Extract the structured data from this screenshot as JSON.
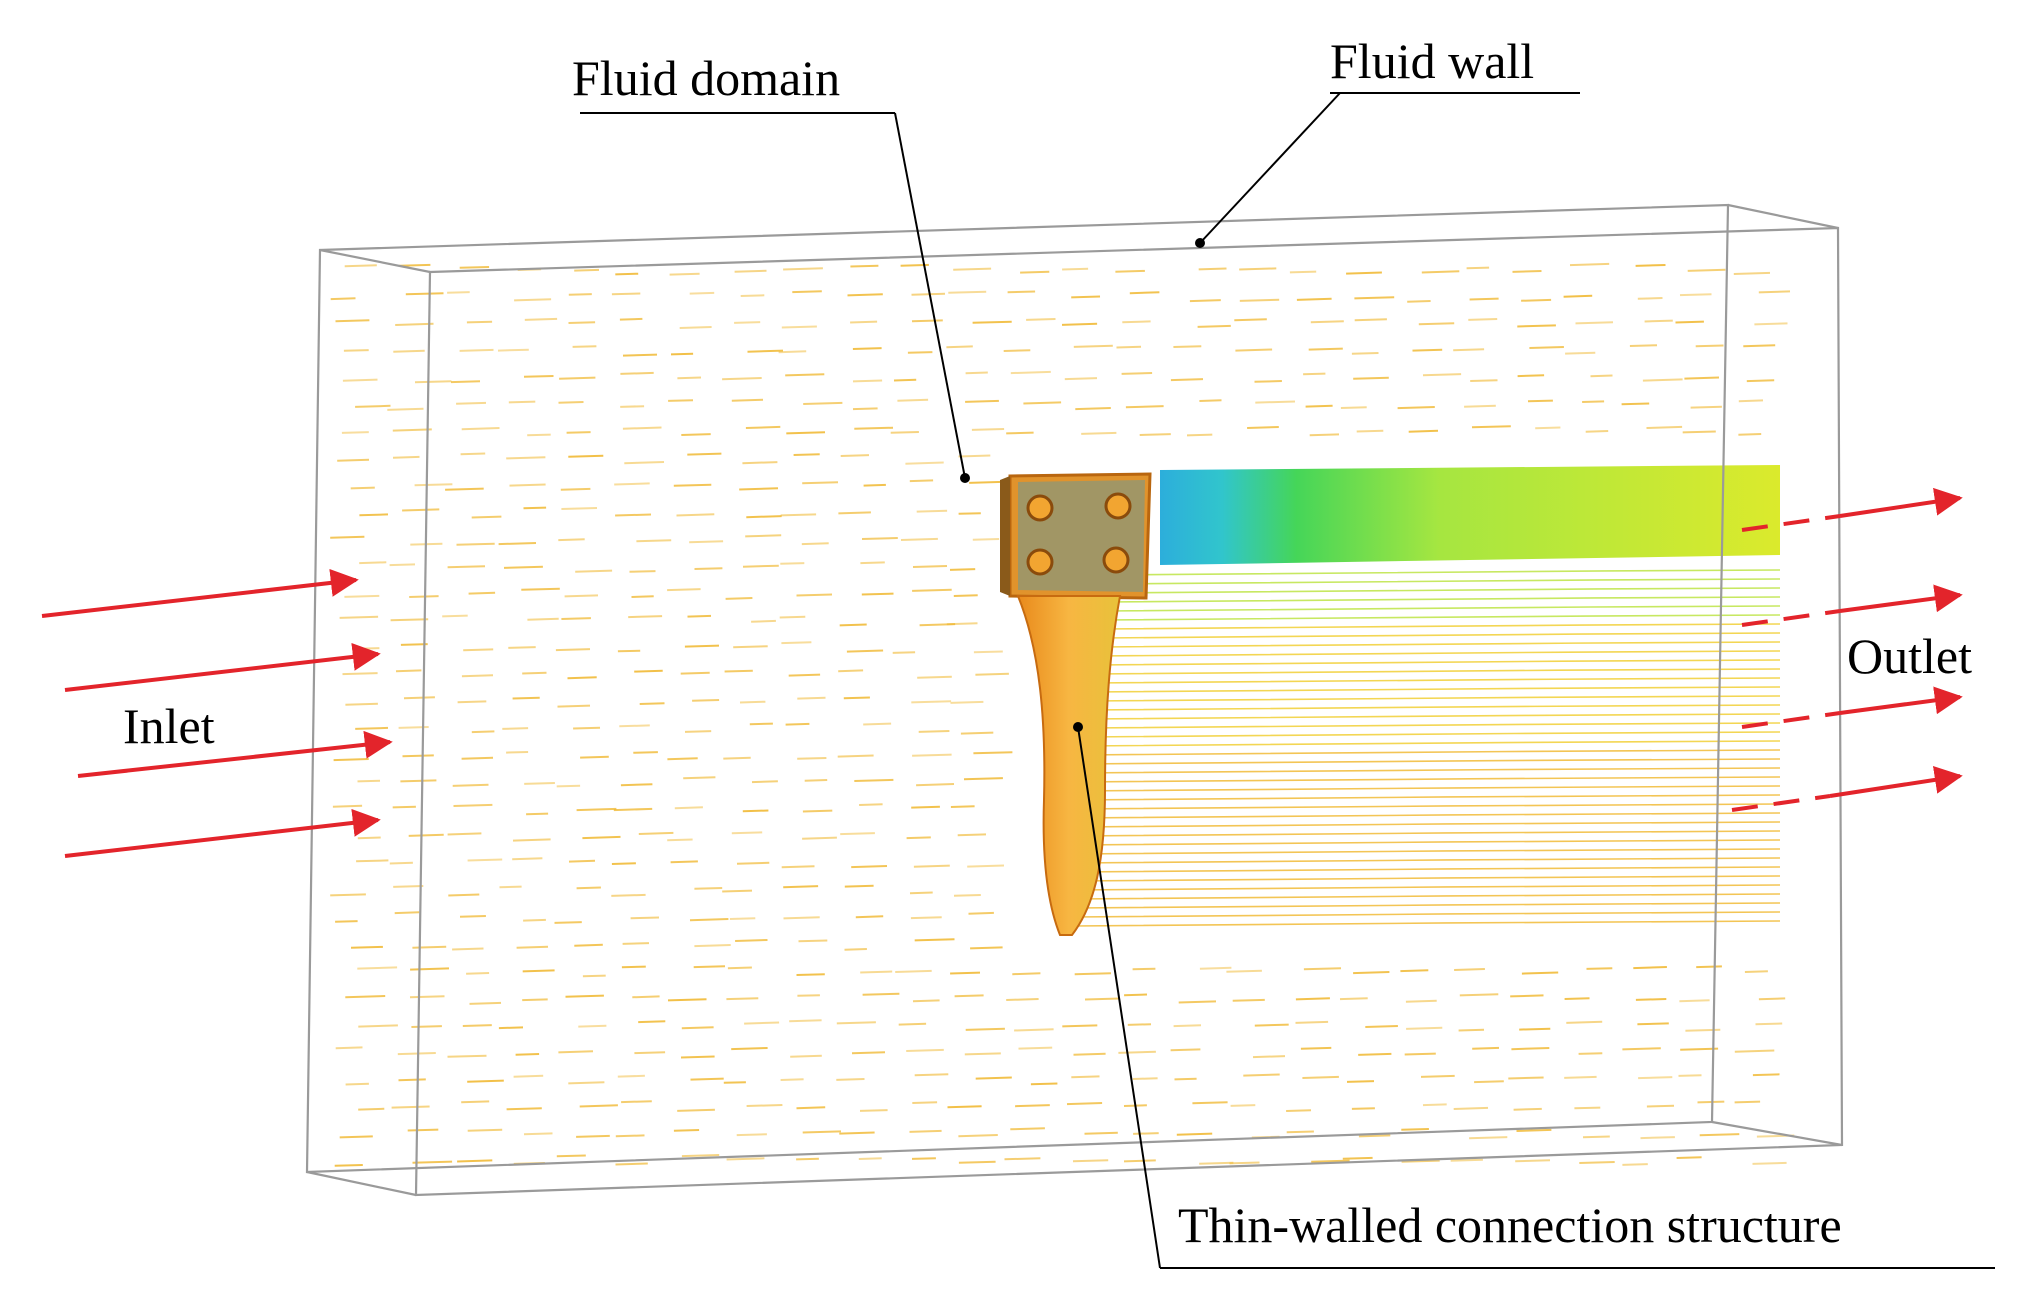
{
  "labels": {
    "fluid_domain": "Fluid domain",
    "fluid_wall": "Fluid wall",
    "inlet": "Inlet",
    "outlet": "Outlet",
    "structure": "Thin-walled connection structure"
  },
  "colors": {
    "flow_arrow": "#e3242b",
    "box_edge": "#9a9a9a",
    "ambient_vector": "#f0b62a",
    "wake_low": "#1aa7d8",
    "wake_mid": "#35d24a",
    "wake_high": "#d8e81a",
    "structure_face": "#f2a531",
    "structure_edge": "#c76b10"
  }
}
